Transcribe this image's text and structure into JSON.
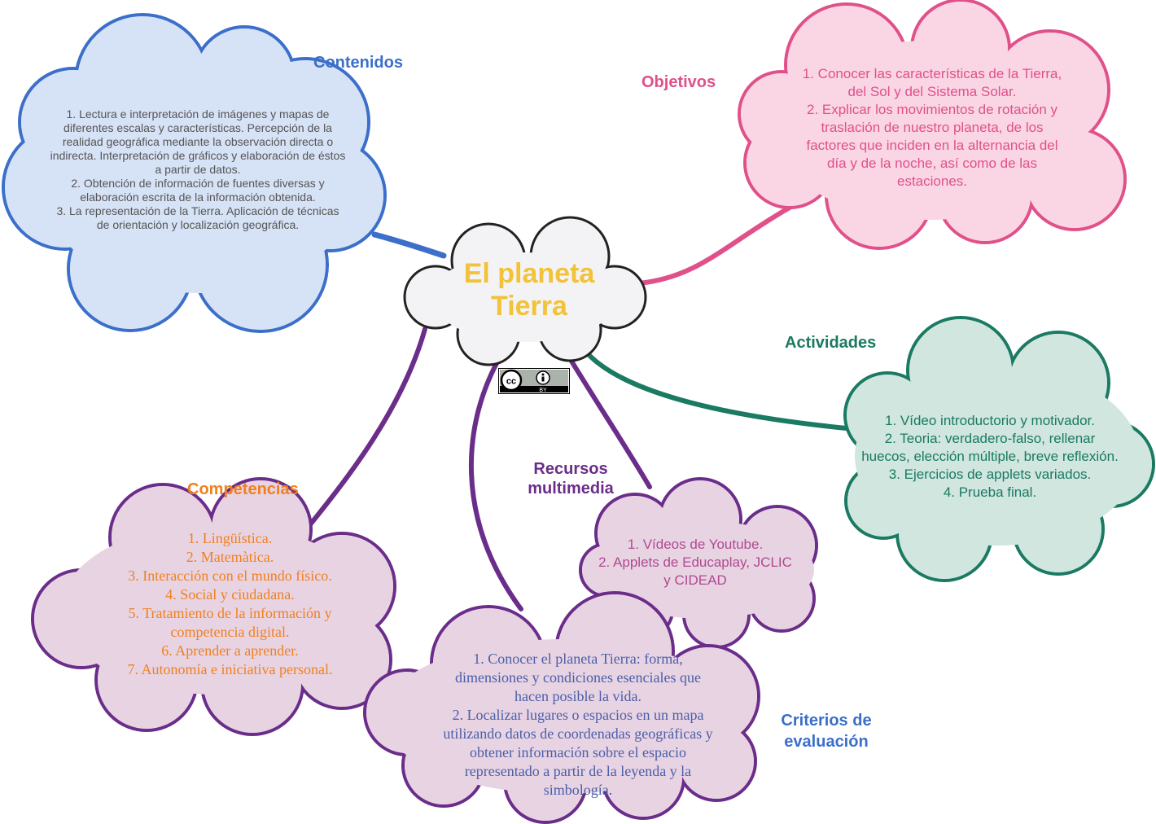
{
  "colors": {
    "central": "#f2c23a",
    "contenidos": "#3b6fc9",
    "objetivos": "#e0508a",
    "actividades": "#1a7a62",
    "recursos": "#6b2d8a",
    "competencias": "#f0801e",
    "criterios": "#3b6fc9"
  },
  "central": {
    "title_lines": [
      "El planeta",
      "Tierra"
    ]
  },
  "license_badge": {
    "icon": "cc-by-icon",
    "label": "BY"
  },
  "nodes": {
    "contenidos": {
      "title": "Contenidos",
      "lines": [
        "1. Lectura e interpretación de imágenes y mapas de",
        "diferentes escalas y características. Percepción de la",
        "realidad geográfica mediante la observación directa o",
        "indirecta. Interpretación de gráficos y elaboración de éstos",
        "a partir de datos.",
        "2. Obtención de información de fuentes diversas y",
        "elaboración escrita de la información obtenida.",
        "3. La representación de la Tierra. Aplicación de técnicas",
        "de orientación y localización geográfica."
      ]
    },
    "objetivos": {
      "title": "Objetivos",
      "lines": [
        "1. Conocer las características de la Tierra,",
        "del Sol y del Sistema Solar.",
        "2. Explicar los movimientos de rotación y",
        "traslación de nuestro planeta, de los",
        "factores que inciden en la alternancia del",
        "día y de la noche, así como de las",
        "estaciones."
      ]
    },
    "actividades": {
      "title": "Actividades",
      "lines": [
        "1. Vídeo introductorio y motivador.",
        "2.  Teoria: verdadero-falso, rellenar",
        "huecos, elección múltiple, breve reflexión.",
        "3. Ejercicios de applets variados.",
        "4. Prueba final."
      ]
    },
    "recursos": {
      "title_lines": [
        "Recursos",
        "multimedia"
      ],
      "lines": [
        "1. Vídeos de Youtube.",
        "2. Applets de Educaplay, JCLIC",
        "y CIDEAD"
      ]
    },
    "competencias": {
      "title": "Competencias",
      "lines": [
        "1. Lingüística.",
        "2. Matemàtica.",
        "3. Interacción con el mundo físico.",
        "4. Social y ciudadana.",
        "5. Tratamiento de la información y",
        "competencia digital.",
        "6. Aprender a aprender.",
        "7. Autonomía e iniciativa personal."
      ]
    },
    "criterios": {
      "title_lines": [
        "Criterios de",
        "evaluación"
      ],
      "lines": [
        "1. Conocer el planeta Tierra: forma,",
        "dimensiones y condiciones esenciales que",
        "hacen posible la vida.",
        "2. Localizar lugares o espacios en un mapa",
        "utilizando datos de coordenadas geográficas y",
        "obtener información sobre el espacio",
        "representado a partir de la leyenda y la",
        "simbología."
      ]
    }
  }
}
